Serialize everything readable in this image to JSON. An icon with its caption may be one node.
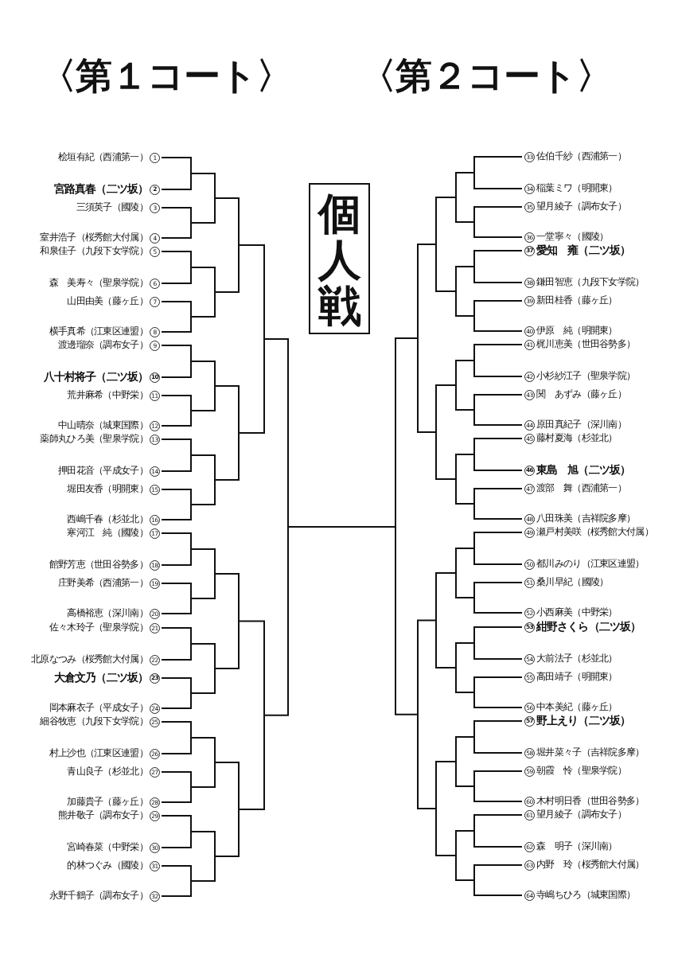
{
  "diagram": {
    "nodes": [
      {
        "text": [
          "個人戦"
        ]
      }
    ],
    "labels": [
      "〈第１コート〉",
      "〈第２コート〉",
      "桧垣有紀（西浦第一）",
      "1",
      "宮路真春（二ツ坂）",
      "2",
      "三須英子（國陵）",
      "3",
      "室井浩子（桜秀館大付属）",
      "4",
      "和泉佳子（九段下女学院）",
      "5",
      "森　美寿々（聖泉学院）",
      "6",
      "山田由美（藤ヶ丘）",
      "7",
      "横手真希（江東区連盟）",
      "8",
      "渡邊瑠奈（調布女子）",
      "9",
      "八十村将子（二ツ坂）",
      "10",
      "荒井麻希（中野栄）",
      "11",
      "中山晴奈（城東国際）",
      "12",
      "薬師丸ひろ美（聖泉学院）",
      "13",
      "押田花音（平成女子）",
      "14",
      "堀田友香（明開東）",
      "15",
      "西嶋千春（杉並北）",
      "16",
      "寒河江　純（國陵）",
      "17",
      "館野芳恵（世田谷勢多）",
      "18",
      "庄野美希（西浦第一）",
      "19",
      "高橋裕恵（深川南）",
      "20",
      "佐々木玲子（聖泉学院）",
      "21",
      "北原なつみ（桜秀館大付属）",
      "22",
      "大倉文乃（二ツ坂）",
      "23",
      "岡本麻衣子（平成女子）",
      "24",
      "細谷牧恵（九段下女学院）",
      "25",
      "村上沙也（江東区連盟）",
      "26",
      "青山良子（杉並北）",
      "27",
      "加藤貴子（藤ヶ丘）",
      "28",
      "熊井敬子（調布女子）",
      "29",
      "宮崎春菜（中野栄）",
      "30",
      "的林つぐみ（國陵）",
      "31",
      "永野千鶴子（調布女子）",
      "32",
      "33",
      "佐伯千紗（西浦第一）",
      "34",
      "稲葉ミワ（明開東）",
      "35",
      "望月綾子（調布女子）",
      "36",
      "一堂寧々（國陵）",
      "37",
      "愛知　雍（二ツ坂）",
      "38",
      "鎌田智恵（九段下女学院）",
      "39",
      "新田桂香（藤ヶ丘）",
      "40",
      "伊原　純（明開東）",
      "41",
      "梶川恵美（世田谷勢多）",
      "42",
      "小杉紗江子（聖泉学院）",
      "43",
      "関　あずみ（藤ヶ丘）",
      "44",
      "原田真紀子（深川南）",
      "45",
      "藤村夏海（杉並北）",
      "46",
      "東島　旭（二ツ坂）",
      "47",
      "渡部　舞（西浦第一）",
      "48",
      "八田珠美（吉祥院多摩）",
      "49",
      "瀬戸村美咲（桜秀館大付属）",
      "50",
      "都川みのり（江東区連盟）",
      "51",
      "桑川早紀（國陵）",
      "52",
      "小西麻美（中野栄）",
      "53",
      "紺野さくら（二ツ坂）",
      "54",
      "大前法子（杉並北）",
      "55",
      "高田靖子（明開東）",
      "56",
      "中本美紀（藤ヶ丘）",
      "57",
      "野上えり（二ツ坂）",
      "58",
      "堀井菜々子（吉祥院多摩）",
      "59",
      "朝霞　怜（聖泉学院）",
      "60",
      "木村明日香（世田谷勢多）",
      "61",
      "望月綾子（調布女子）",
      "62",
      "森　明子（深川南）",
      "63",
      "内野　玲（桜秀館大付属）",
      "64",
      "寺嶋ちひろ（城東国際）"
    ]
  }
}
